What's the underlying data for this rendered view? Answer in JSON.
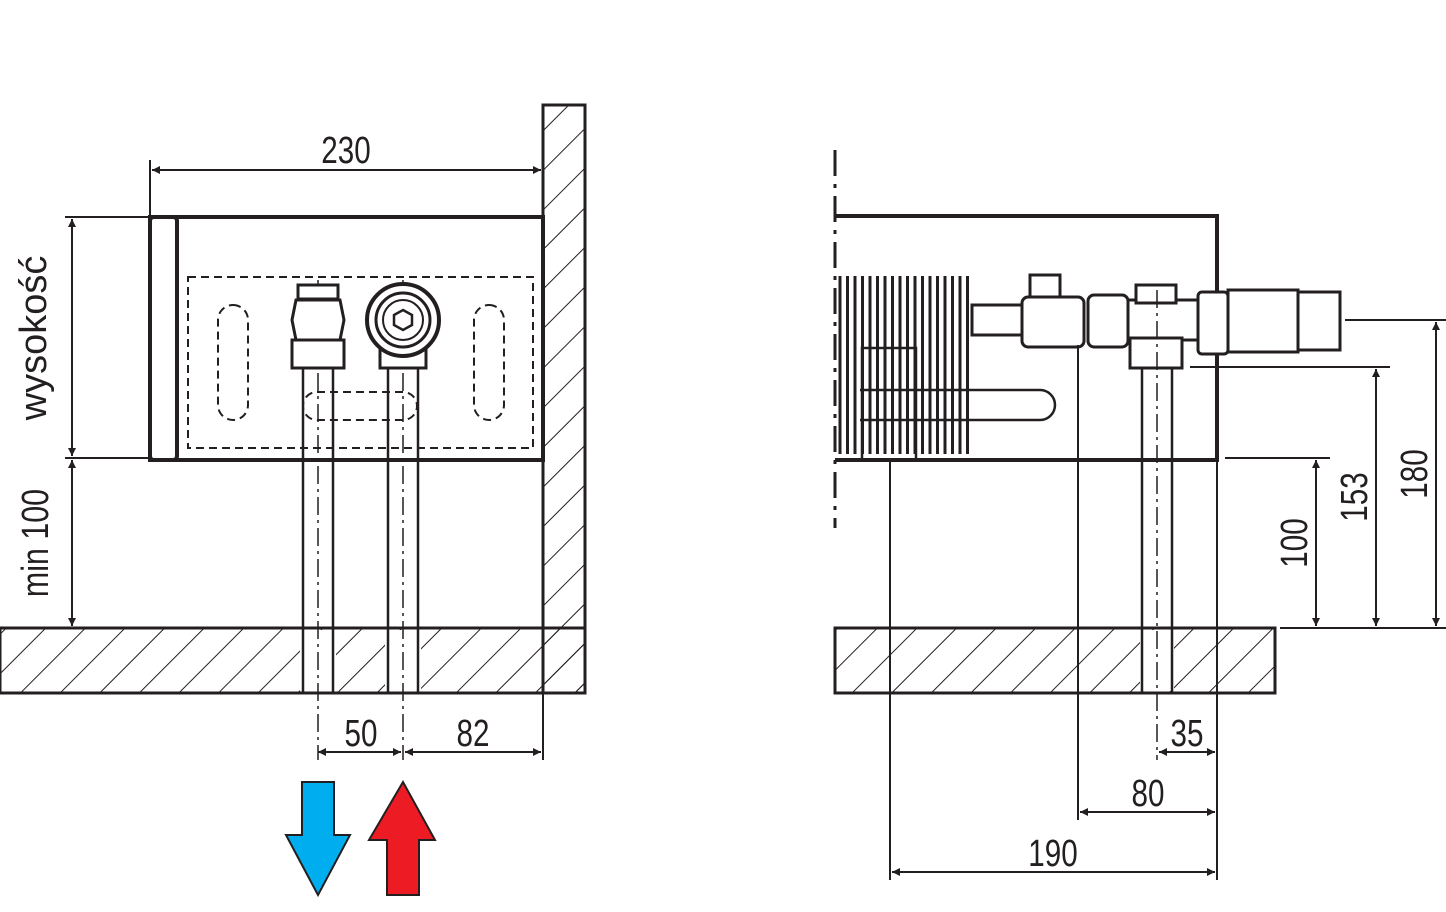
{
  "left_view": {
    "width_label": "230",
    "height_label": "wysokość",
    "min_clearance_label": "min 100",
    "pipe_spacing_label": "50",
    "wall_offset_label": "82",
    "flow_arrows": {
      "return_color": "#00aeef",
      "supply_color": "#ed1c24"
    }
  },
  "right_view": {
    "pipe_offset_label": "35",
    "valve_offset_label": "80",
    "depth_label": "190",
    "bottom_height_label": "100",
    "valve_height_label": "153",
    "total_height_label": "180"
  },
  "colors": {
    "line": "#231f20",
    "cold": "#00aeef",
    "hot": "#ed1c24"
  }
}
